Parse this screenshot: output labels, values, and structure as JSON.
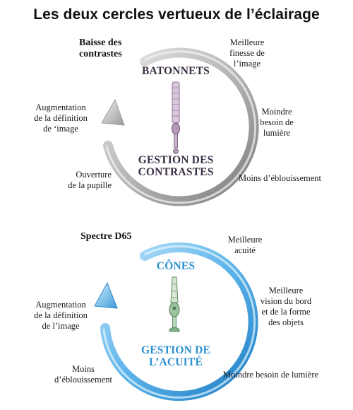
{
  "title": "Les deux cercles vertueux de l’éclairage",
  "cycle_rods": {
    "start_label": [
      "Baisse des",
      "contrastes"
    ],
    "top_title": "BATONNETS",
    "bottom_title": [
      "GESTION DES",
      "CONTRASTES"
    ],
    "steps": [
      [
        "Meilleure",
        "finesse de",
        "l’image"
      ],
      [
        "Moindre",
        "besoin de",
        "lumière"
      ],
      [
        "Moins d’éblouissement"
      ],
      [
        "Ouverture",
        "de la pupille"
      ],
      [
        "Augmentation",
        "de la définition",
        "de ‘image"
      ]
    ],
    "colors": {
      "ring": "#9b9b9b",
      "title": "#3b2f45",
      "cell": "#b59ab8"
    }
  },
  "cycle_cones": {
    "start_label": [
      "Spectre D65"
    ],
    "top_title": "CÔNES",
    "bottom_title": [
      "GESTION DE",
      "L’ACUITÉ"
    ],
    "steps": [
      [
        "Meilleure",
        "acuité"
      ],
      [
        "Meilleure",
        "vision du bord",
        "et de la forme",
        "des objets"
      ],
      [
        "Moindre besoin de lumière"
      ],
      [
        "Moins",
        "d’éblouissement"
      ],
      [
        "Augmentation",
        "de la définition",
        "de l’image"
      ]
    ],
    "colors": {
      "ring": "#2e92d6",
      "title": "#2b8fcf",
      "cell": "#7cae86"
    }
  }
}
